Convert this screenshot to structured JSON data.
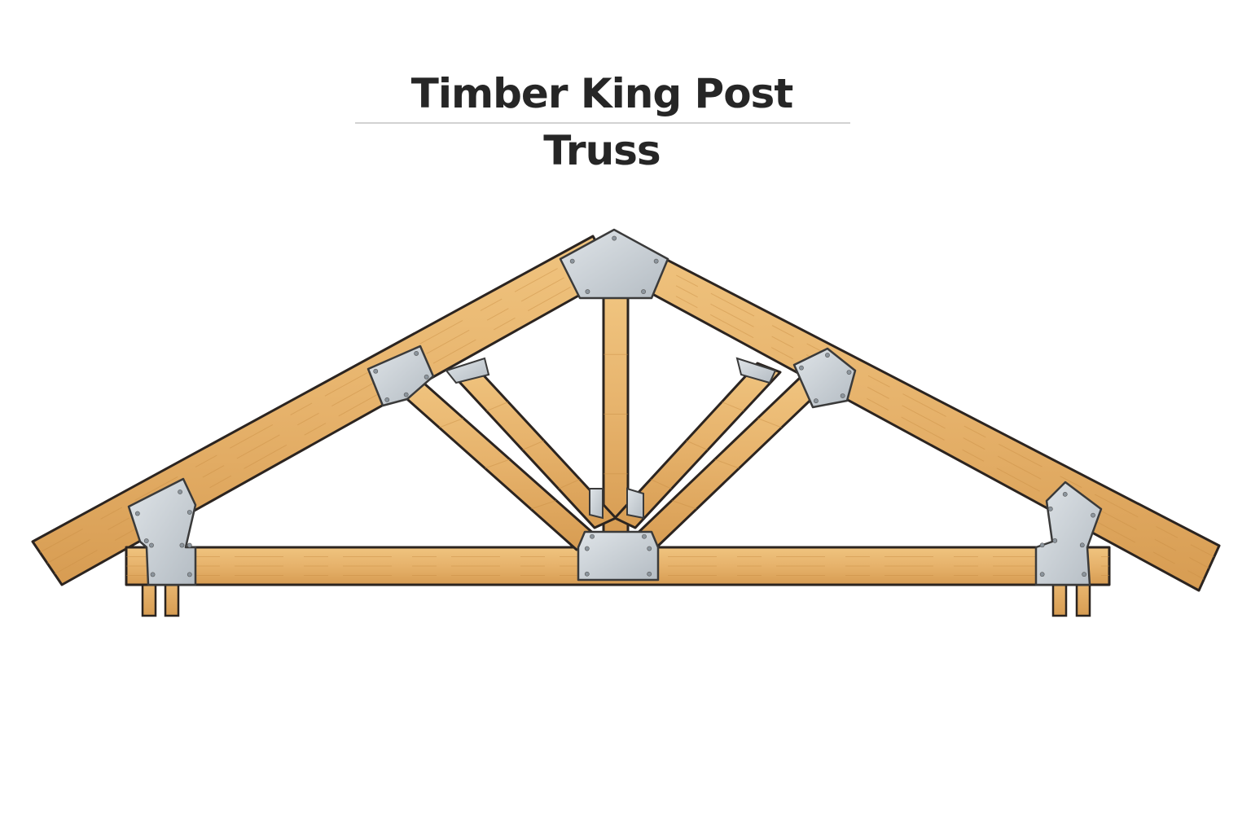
{
  "title": "Timber King Post Truss",
  "colors": {
    "timber": "#e6b26b",
    "timber_dark": "#c98e44",
    "outline": "#2b2420",
    "plate": "#c9d0d6",
    "plate_dark": "#8c959d",
    "background": "#ffffff"
  },
  "members": [
    {
      "name": "left-top-chord"
    },
    {
      "name": "right-top-chord"
    },
    {
      "name": "bottom-chord"
    },
    {
      "name": "king-post"
    },
    {
      "name": "left-outer-web"
    },
    {
      "name": "left-inner-web"
    },
    {
      "name": "right-inner-web"
    },
    {
      "name": "right-outer-web"
    }
  ],
  "connectors": [
    {
      "name": "apex-gusset-plate"
    },
    {
      "name": "center-bottom-gusset-plate"
    },
    {
      "name": "left-web-gusset-plate"
    },
    {
      "name": "right-web-gusset-plate"
    },
    {
      "name": "left-heel-plate"
    },
    {
      "name": "right-heel-plate"
    }
  ],
  "supports": [
    {
      "name": "left-bearing-post"
    },
    {
      "name": "right-bearing-post"
    }
  ]
}
